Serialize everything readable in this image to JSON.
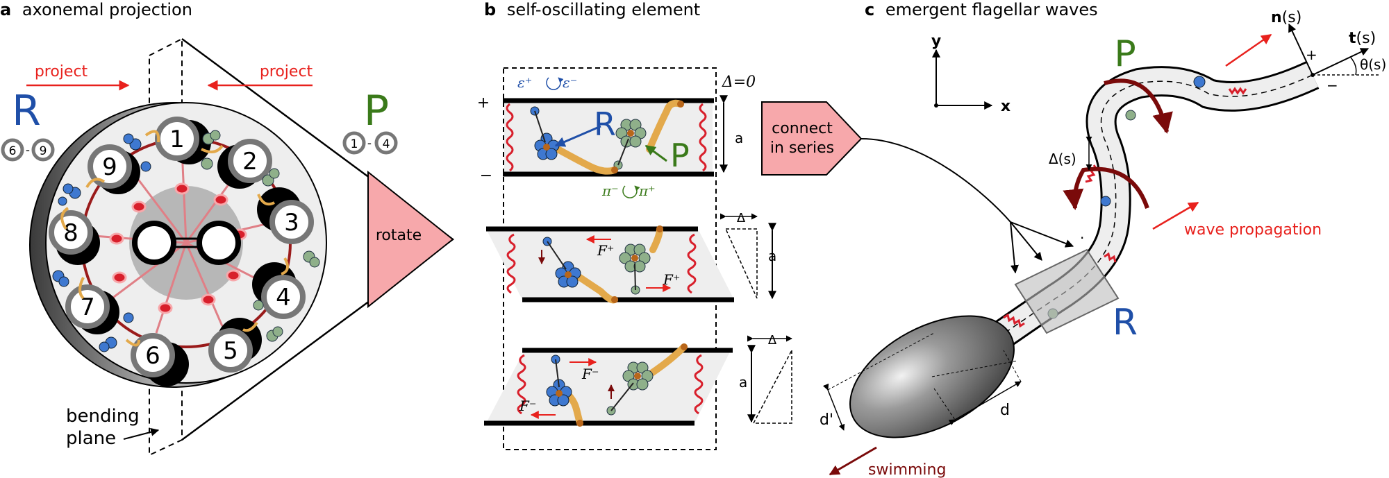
{
  "panels": {
    "a": {
      "letter": "a",
      "title": "axonemal projection"
    },
    "b": {
      "letter": "b",
      "title": "self-oscillating element"
    },
    "c": {
      "letter": "c",
      "title": "emergent flagellar waves"
    }
  },
  "panel_a": {
    "project_label": "project",
    "R_letter": "R",
    "R_range": [
      "6",
      "9"
    ],
    "P_letter": "P",
    "P_range": [
      "1",
      "4"
    ],
    "doublets": [
      "1",
      "2",
      "3",
      "4",
      "5",
      "6",
      "7",
      "8",
      "9"
    ],
    "rotate": "rotate",
    "bending_plane": [
      "bending",
      "plane"
    ],
    "dash": "-"
  },
  "panel_b": {
    "plus": "+",
    "minus": "−",
    "delta_zero": "Δ=0",
    "eps_plus": "ε⁺",
    "eps_minus": "ε⁻",
    "pi_minus": "π⁻",
    "pi_plus": "π⁺",
    "R": "R",
    "P": "P",
    "a": "a",
    "delta": "Δ",
    "F_plus": "F⁺",
    "F_minus": "F⁻"
  },
  "panel_c": {
    "connect": [
      "connect",
      "in series"
    ],
    "y_axis": "y",
    "x_axis": "x",
    "n": "n",
    "n_s": "(s)",
    "t": "t",
    "t_s": "(s)",
    "theta": "θ(s)",
    "plus": "+",
    "minus": "−",
    "P": "P",
    "R": "R",
    "delta_s": "Δ(s)",
    "wave_propagation": "wave propagation",
    "d": "d",
    "d_prime": "d'",
    "swimming": "swimming"
  },
  "colors": {
    "R_blue": "#1f4fa8",
    "P_green": "#3a7a1a",
    "arrow_red": "#e8211d",
    "dark_red": "#7a0a0a",
    "pink": "#f7a8ab",
    "motor_orange": "#e3a94b",
    "dynein_blue": "#3e78d0",
    "dynein_green": "#8fb08a"
  }
}
